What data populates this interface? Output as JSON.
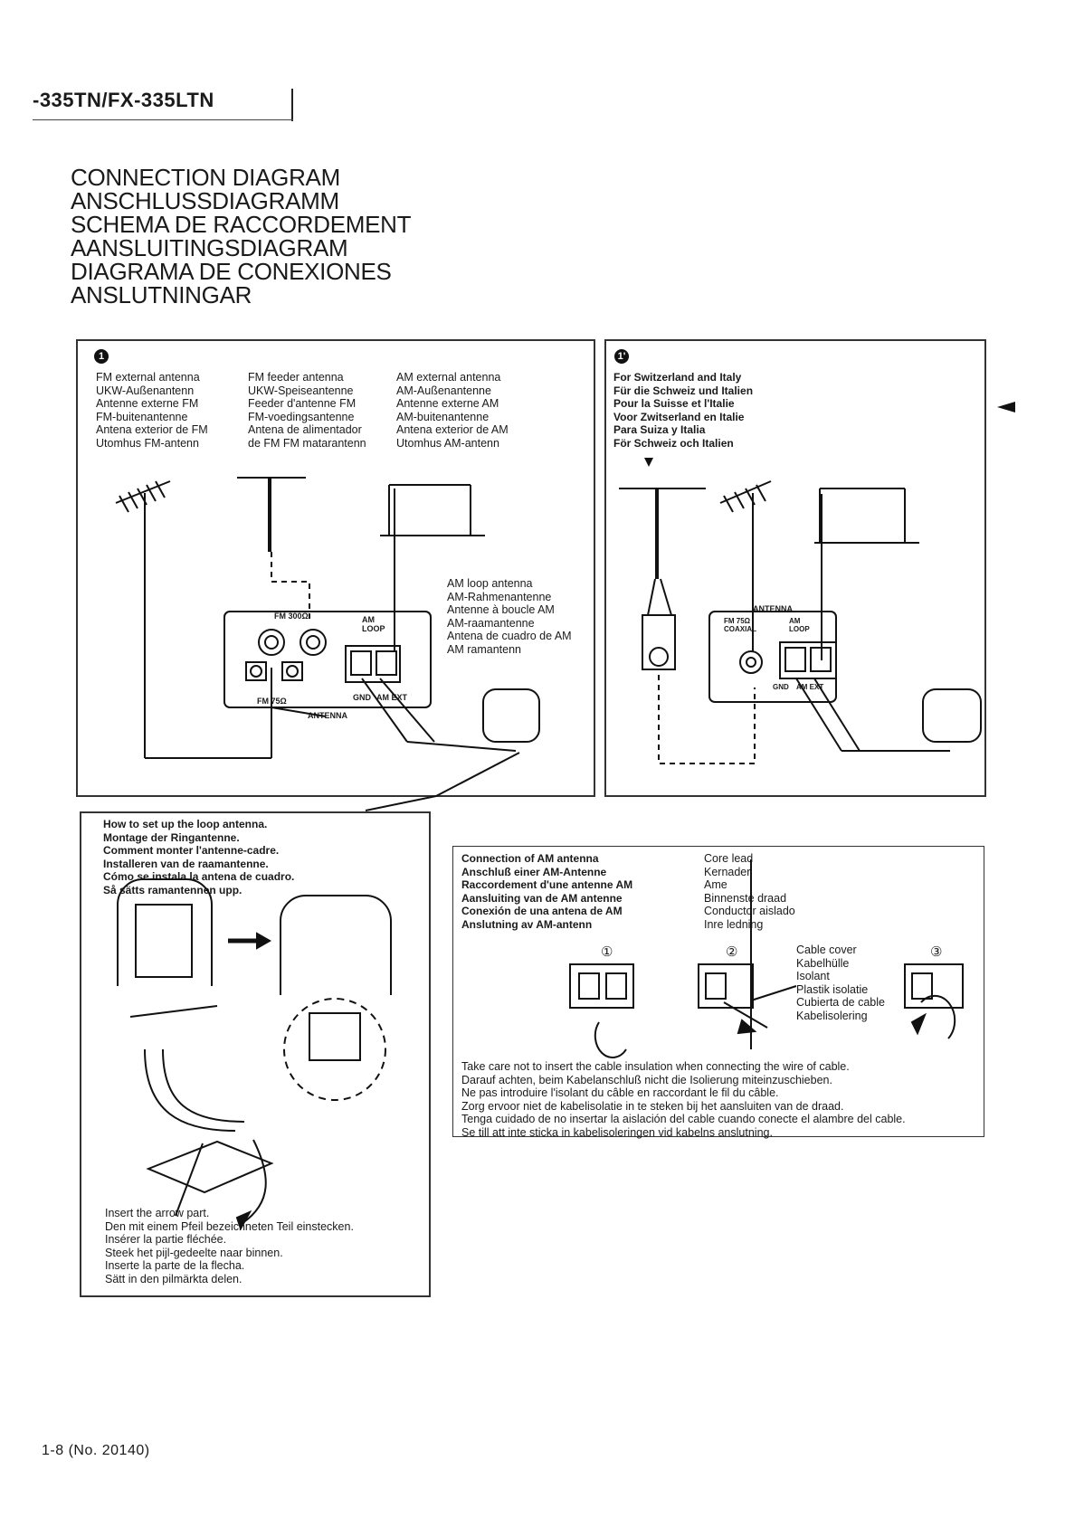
{
  "header": {
    "model": "-335TN/FX-335LTN",
    "titles": [
      "CONNECTION DIAGRAM",
      "ANSCHLUSSDIAGRAMM",
      "SCHEMA DE RACCORDEMENT",
      "AANSLUITINGSDIAGRAM",
      "DIAGRAMA DE CONEXIONES",
      "ANSLUTNINGAR"
    ]
  },
  "panel_main": {
    "badge": "1",
    "fm_external": [
      "FM external antenna",
      "UKW-Außenantenn",
      "Antenne externe FM",
      "FM-buitenantenne",
      "Antena exterior de FM",
      "Utomhus FM-antenn"
    ],
    "fm_feeder": [
      "FM feeder antenna",
      "UKW-Speiseantenne",
      "Feeder d'antenne FM",
      "FM-voedingsantenne",
      "Antena de alimentador",
      "de FM FM matarantenn"
    ],
    "am_external": [
      "AM external antenna",
      "AM-Außenantenne",
      "Antenne externe AM",
      "AM-buitenantenne",
      "Antena exterior de AM",
      "Utomhus AM-antenn"
    ],
    "am_loop": [
      "AM loop antenna",
      "AM-Rahmenantenne",
      "Antenne à boucle AM",
      "AM-raamantenne",
      "Antena de cuadro de AM",
      "AM ramantenn"
    ],
    "terminals": {
      "fm300": "FM 300Ω",
      "am_loop": "AM LOOP",
      "fm75": "FM 75Ω",
      "gnd": "GND",
      "am_ext": "AM EXT",
      "antenna": "ANTENNA"
    }
  },
  "panel_swiss": {
    "badge": "1'",
    "lines": [
      "For Switzerland  and Italy",
      "Für die Schweiz  und Italien",
      "Pour la Suisse  et l'Italie",
      "Voor Zwitserland  en Italie",
      "Para Suiza   y Italia",
      "För Schweiz   och Italien"
    ],
    "terminals": {
      "antenna": "ANTENNA",
      "fm75": "FM 75Ω COAXIAL",
      "am_loop": "AM LOOP",
      "gnd": "GND",
      "am_ext": "AM EXT"
    }
  },
  "loop_setup": {
    "headings": [
      "How to set up the loop antenna.",
      "Montage der Ringantenne.",
      "Comment monter l'antenne-cadre.",
      "Installeren van de raamantenne.",
      "Cómo se instala la antena de cuadro.",
      "Så sätts ramantennen upp."
    ],
    "insert": [
      "Insert the arrow part.",
      "Den mit einem Pfeil bezeichneten Teil einstecken.",
      "Insérer la partie fléchée.",
      "Steek het pijl-gedeelte naar binnen.",
      "Inserte la parte de la flecha.",
      "Sätt in den pilmärkta delen."
    ]
  },
  "am_connection": {
    "headings": [
      "Connection of AM antenna",
      "Anschluß einer AM-Antenne",
      "Raccordement d'une antenne AM",
      "Aansluiting van de AM antenne",
      "Conexión de una antena de AM",
      "Anslutning av AM-antenn"
    ],
    "core_lead": [
      "Core lead",
      "Kernader",
      "Ame",
      "Binnenste draad",
      "Conductor aislado",
      "Inre ledning"
    ],
    "cable_cover": [
      "Cable cover",
      "Kabelhülle",
      "Isolant",
      "Plastik isolatie",
      "Cubierta de cable",
      "Kabelisolering"
    ],
    "steps": [
      "①",
      "②",
      "③"
    ],
    "note": [
      "Take care not to insert the cable insulation when connecting the wire of cable.",
      "Darauf achten, beim Kabelanschluß nicht die Isolierung miteinzuschieben.",
      "Ne pas introduire l'isolant du câble en raccordant le fil du câble.",
      "Zorg ervoor niet de kabelisolatie in te steken bij het aansluiten van de draad.",
      "Tenga cuidado de no insertar la aislación del cable cuando conecte el alambre del cable.",
      "Se till att inte sticka in kabelisoleringen vid kabelns anslutning."
    ]
  },
  "footer": {
    "page": "1-8 (No. 20140)"
  }
}
